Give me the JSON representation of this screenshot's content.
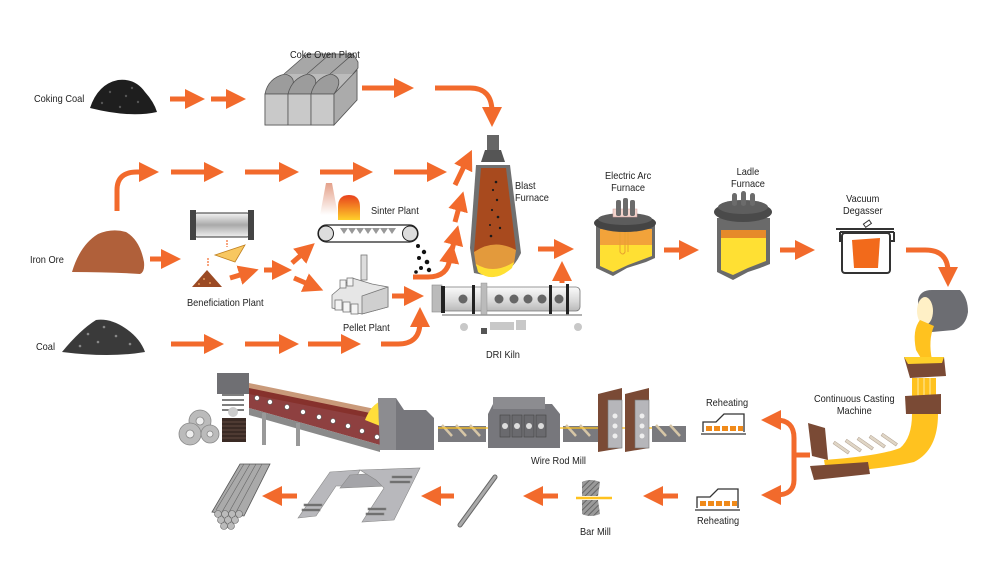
{
  "title": "Steel Making Process Flow",
  "colors": {
    "arrow": "#f26a2c",
    "molten_yellow": "#ffe033",
    "molten_orange": "#f5a623",
    "furnace_burden": "#a84a1e",
    "steel_grey": "#6e6f73",
    "light_grey": "#c9c9c9",
    "coal_black": "#1e1e1e",
    "iron_ore": "#b0603a",
    "copper_brown": "#7a4a35"
  },
  "raw_materials": {
    "coking_coal": "Coking Coal",
    "iron_ore": "Iron Ore",
    "coal": "Coal"
  },
  "plants": {
    "coke_oven": "Coke Oven Plant",
    "beneficiation": "Beneficiation Plant",
    "sinter": "Sinter Plant",
    "pellet": "Pellet  Plant",
    "blast_furnace": [
      "Blast",
      "Furnace"
    ],
    "dri_kiln": "DRI Kiln",
    "electric_arc_furnace": [
      "Electric Arc",
      "Furnace"
    ],
    "ladle_furnace": [
      "Ladle",
      "Furnace"
    ],
    "vacuum_degasser": [
      "Vacuum",
      "Degasser"
    ],
    "continuous_casting": [
      "Continuous Casting",
      "Machine"
    ],
    "reheating_top": "Reheating",
    "reheating_bottom": "Reheating",
    "wire_rod_mill": "Wire Rod Mill",
    "bar_mill": "Bar Mill"
  },
  "flow": [
    {
      "from": "Coking Coal",
      "to": "Coke Oven Plant"
    },
    {
      "from": "Coke Oven Plant",
      "to": "Blast Furnace"
    },
    {
      "from": "Iron Ore",
      "to": "Blast Furnace"
    },
    {
      "from": "Iron Ore",
      "to": "Beneficiation Plant"
    },
    {
      "from": "Beneficiation Plant",
      "to": "Sinter Plant"
    },
    {
      "from": "Beneficiation Plant",
      "to": "Pellet Plant"
    },
    {
      "from": "Sinter Plant",
      "to": "Blast Furnace"
    },
    {
      "from": "Pellet Plant",
      "to": "DRI Kiln"
    },
    {
      "from": "Coal",
      "to": "DRI Kiln"
    },
    {
      "from": "Blast Furnace",
      "to": "Electric Arc Furnace"
    },
    {
      "from": "DRI Kiln",
      "to": "Electric Arc Furnace"
    },
    {
      "from": "Electric Arc Furnace",
      "to": "Ladle Furnace"
    },
    {
      "from": "Ladle Furnace",
      "to": "Vacuum Degasser"
    },
    {
      "from": "Vacuum Degasser",
      "to": "Continuous Casting Machine"
    },
    {
      "from": "Continuous Casting Machine",
      "to": "Reheating (Wire Rod)"
    },
    {
      "from": "Continuous Casting Machine",
      "to": "Reheating (Bar)"
    },
    {
      "from": "Reheating (Wire Rod)",
      "to": "Wire Rod Mill"
    },
    {
      "from": "Reheating (Bar)",
      "to": "Bar Mill"
    },
    {
      "from": "Bar Mill",
      "to": "Bar Product"
    },
    {
      "from": "Bar Product",
      "to": "Structural Product"
    },
    {
      "from": "Structural Product",
      "to": "Bundled Bars"
    }
  ]
}
